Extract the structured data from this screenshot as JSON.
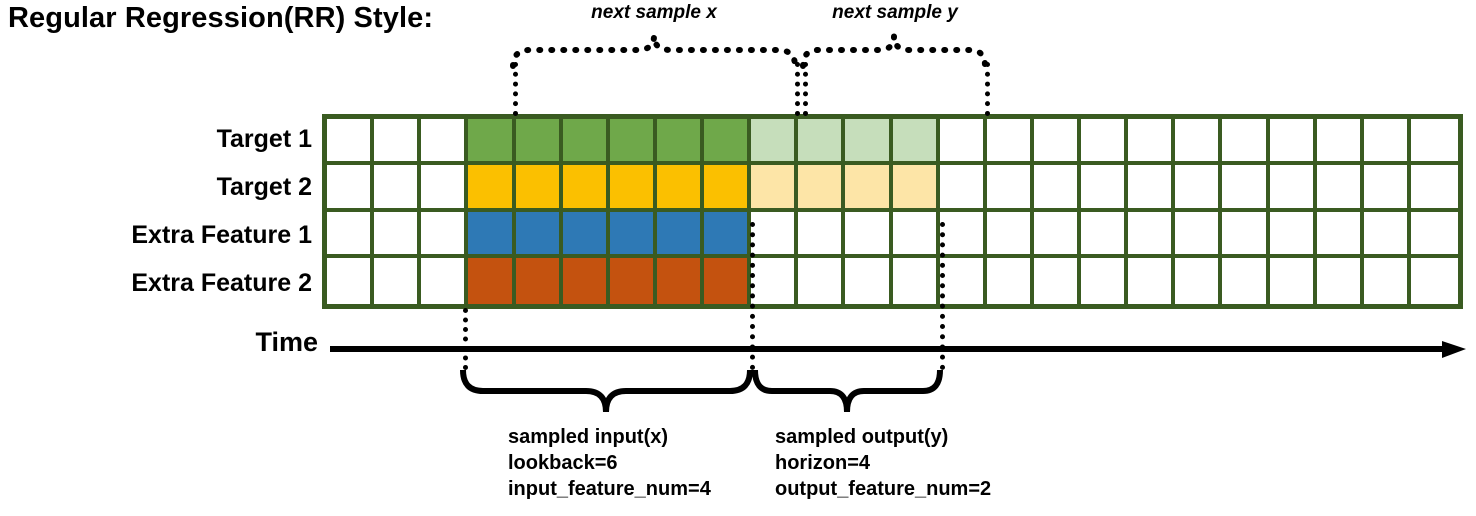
{
  "title": "Regular Regression(RR) Style:",
  "annotations": {
    "next_sample_x": "next sample x",
    "next_sample_y": "next sample y"
  },
  "rows": [
    {
      "label": "Target 1",
      "key": "target-1"
    },
    {
      "label": "Target 2",
      "key": "target-2"
    },
    {
      "label": "Extra Feature 1",
      "key": "extra-feature-1"
    },
    {
      "label": "Extra Feature 2",
      "key": "extra-feature-2"
    }
  ],
  "axis": {
    "label": "Time"
  },
  "captions": {
    "input": {
      "line1": "sampled input(x)",
      "line2": "lookback=6",
      "line3": "input_feature_num=4"
    },
    "output": {
      "line1": "sampled output(y)",
      "line2": "horizon=4",
      "line3": "output_feature_num=2"
    }
  },
  "colors": {
    "grid_line": "#3a5b21",
    "target1_input": "#6fa84a",
    "target1_output": "#c6debb",
    "target2_input": "#fbc000",
    "target2_output": "#fde5a7",
    "extra1_input": "#2e79b5",
    "extra2_input": "#c4520f",
    "empty": "#ffffff",
    "ink": "#000000"
  },
  "chart_data": {
    "type": "heatmap",
    "title": "Regular Regression(RR) Style:",
    "columns": 24,
    "rows": 4,
    "row_labels": [
      "Target 1",
      "Target 2",
      "Extra Feature 1",
      "Extra Feature 2"
    ],
    "lookback": 6,
    "horizon": 4,
    "input_feature_num": 4,
    "output_feature_num": 2,
    "input_window_start_col": 4,
    "input_window_end_col": 9,
    "output_window_start_col": 10,
    "output_window_end_col": 13,
    "cell_fills": {
      "target-1": [
        "empty",
        "empty",
        "empty",
        "target1_input",
        "target1_input",
        "target1_input",
        "target1_input",
        "target1_input",
        "target1_input",
        "target1_output",
        "target1_output",
        "target1_output",
        "target1_output",
        "empty",
        "empty",
        "empty",
        "empty",
        "empty",
        "empty",
        "empty",
        "empty",
        "empty",
        "empty",
        "empty"
      ],
      "target-2": [
        "empty",
        "empty",
        "empty",
        "target2_input",
        "target2_input",
        "target2_input",
        "target2_input",
        "target2_input",
        "target2_input",
        "target2_output",
        "target2_output",
        "target2_output",
        "target2_output",
        "empty",
        "empty",
        "empty",
        "empty",
        "empty",
        "empty",
        "empty",
        "empty",
        "empty",
        "empty",
        "empty"
      ],
      "extra-feature-1": [
        "empty",
        "empty",
        "empty",
        "extra1_input",
        "extra1_input",
        "extra1_input",
        "extra1_input",
        "extra1_input",
        "extra1_input",
        "empty",
        "empty",
        "empty",
        "empty",
        "empty",
        "empty",
        "empty",
        "empty",
        "empty",
        "empty",
        "empty",
        "empty",
        "empty",
        "empty",
        "empty"
      ],
      "extra-feature-2": [
        "empty",
        "empty",
        "empty",
        "extra2_input",
        "extra2_input",
        "extra2_input",
        "extra2_input",
        "extra2_input",
        "extra2_input",
        "empty",
        "empty",
        "empty",
        "empty",
        "empty",
        "empty",
        "empty",
        "empty",
        "empty",
        "empty",
        "empty",
        "empty",
        "empty",
        "empty",
        "empty"
      ]
    }
  }
}
